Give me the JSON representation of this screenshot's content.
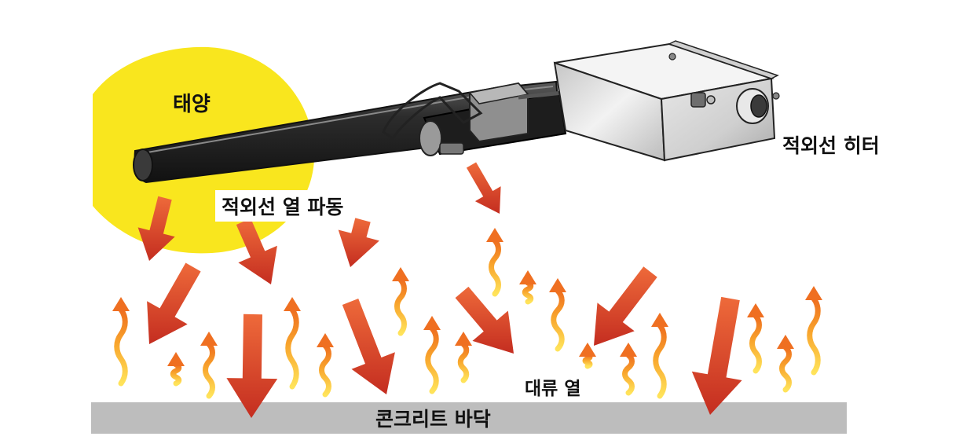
{
  "labels": {
    "sun": "태양",
    "heater": "적외선 히터",
    "waves": "적외선 열 파동",
    "convection": "대류 열",
    "floor": "콘크리트 바닥"
  },
  "colors": {
    "sun": "#f9e61e",
    "radiant_arrow_light": "#e8552b",
    "radiant_arrow_dark": "#c42d20",
    "convection_top": "#f07a22",
    "convection_bottom": "#ffd64a",
    "floor": "#bdbdbd",
    "heater_box": "#d9d9d9",
    "tube": "#2a2a2a"
  },
  "icons": {
    "radiant_arrow": "down-arrow-icon",
    "convection_arrow": "wavy-up-arrow-icon"
  }
}
